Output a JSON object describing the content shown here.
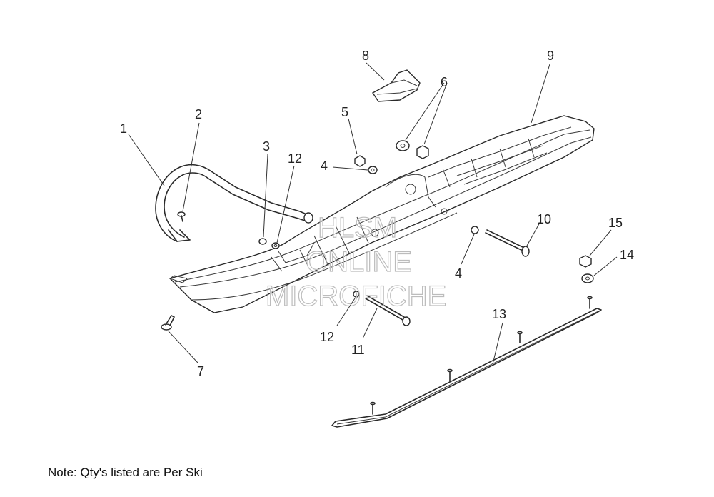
{
  "callouts": {
    "c1": "1",
    "c2": "2",
    "c3": "3",
    "c4a": "4",
    "c4b": "4",
    "c5": "5",
    "c6": "6",
    "c7": "7",
    "c8": "8",
    "c9": "9",
    "c10": "10",
    "c11": "11",
    "c12a": "12",
    "c12b": "12",
    "c13": "13",
    "c14": "14",
    "c15": "15"
  },
  "watermark": {
    "line1": "HLSM",
    "line2": "ONLINE",
    "line3": "MICROFICHE"
  },
  "note": "Note: Qty's listed are Per Ski"
}
